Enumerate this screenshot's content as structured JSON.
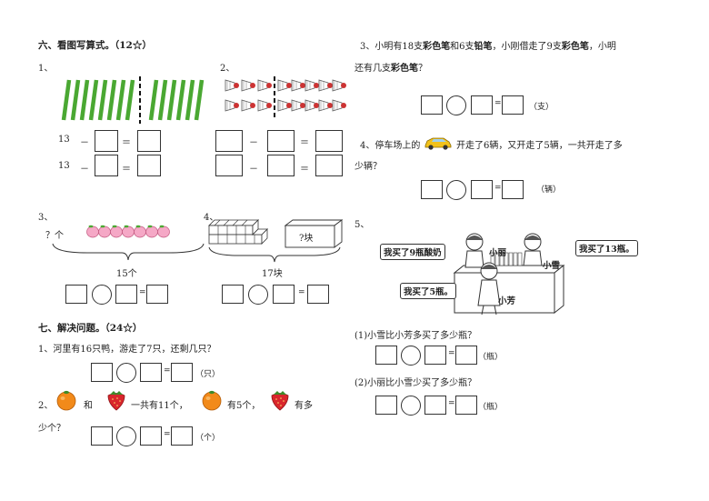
{
  "left": {
    "sec6_title": "六、看图写算式。（12☆）",
    "q1_label": "1、",
    "q2_label": "2、",
    "q3_label": "3、",
    "q4_label": "4、",
    "q1_row1": [
      "13",
      "－",
      "＝"
    ],
    "q1_row2": [
      "13",
      "－",
      "＝"
    ],
    "q2_row1": [
      "－",
      "＝"
    ],
    "q2_row2": [
      "－",
      "＝"
    ],
    "q3_question": "？个",
    "q3_total": "15个",
    "q4_box_text": "?块",
    "q4_total": "17块",
    "eq": "=",
    "sec7_title": "七、解决问题。（24☆）",
    "p1_text": "1、河里有16只鸭，游走了7只，还剩几只？",
    "p1_unit": "（只）",
    "p2_num": "2、",
    "p2_and": "和",
    "p2_mid": "一共有11个，",
    "p2_have": "有5个，",
    "p2_have2": "有多",
    "p2_line2": "少个？",
    "p2_unit": "（个）"
  },
  "right": {
    "r3_line1_a": "3、小明有18支",
    "r3_line1_b": "彩色笔",
    "r3_line1_c": "和6支",
    "r3_line1_d": "铅笔",
    "r3_line1_e": "，小刚借走了9支",
    "r3_line1_f": "彩色笔",
    "r3_line1_g": "，小明",
    "r3_line2_a": "还有几支",
    "r3_line2_b": "彩色笔",
    "r3_line2_c": "？",
    "r3_unit": "（支）",
    "r4_line1_a": "4、停车场上的",
    "r4_line1_b": "开走了6辆，又开走了5辆，一共开走了多",
    "r4_line2": "少辆？",
    "r4_unit": "（辆）",
    "r5_label": "5、",
    "bubble_li": "我买了9瓶酸奶",
    "bubble_xue": "我买了13瓶。",
    "bubble_fang": "我买了5瓶。",
    "name_li": "小丽",
    "name_xue": "小雪",
    "name_fang": "小芳",
    "sub1": "(1)小雪比小芳多买了多少瓶？",
    "sub1_unit": "（瓶）",
    "sub2": "(2)小丽比小雪少买了多少瓶？",
    "sub2_unit": "（瓶）",
    "eq": "="
  },
  "colors": {
    "stick": "#4aa832",
    "peach": "#f5a8c6",
    "orange": "#f28a1a",
    "strawberry": "#d9262c",
    "car": "#f2c21b"
  }
}
